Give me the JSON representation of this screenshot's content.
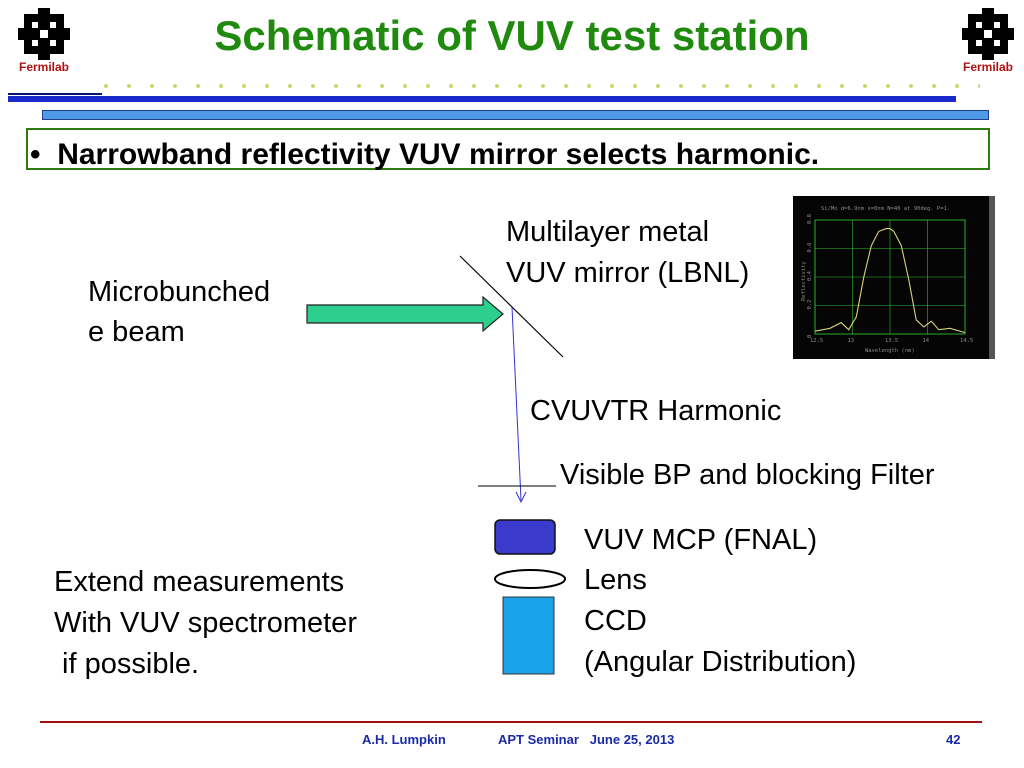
{
  "header": {
    "title": "Schematic of VUV test station",
    "logo_left": "Fermilab",
    "logo_right": "Fermilab"
  },
  "bullet": {
    "text": "Narrowband reflectivity VUV mirror selects harmonic."
  },
  "diagram": {
    "mirror_label_1": "Multilayer metal",
    "mirror_label_2": "VUV mirror (LBNL)",
    "beam_label_1": "Microbunched",
    "beam_label_2": "e beam",
    "harmonic_label": "CVUVTR Harmonic",
    "filter_label": "Visible BP and blocking Filter",
    "mcp_label": "VUV MCP (FNAL)",
    "lens_label": "Lens",
    "ccd_label": "CCD",
    "angular_label": "(Angular Distribution)",
    "note_1": "Extend measurements",
    "note_2": "With VUV spectrometer",
    "note_3": " if possible."
  },
  "inset_plot": {
    "header": "Si/Mo d=6.9nm s=0nm N=40 at 90deg. P=1.",
    "ylabel": "Reflectivity",
    "xlabel": "Wavelength (nm)",
    "xticks": [
      "12.5",
      "13",
      "13.5",
      "14",
      "14.5"
    ],
    "yticks": [
      "0",
      "0.2",
      "0.4",
      "0.6",
      "0.8"
    ]
  },
  "chart_data": {
    "type": "line",
    "title": "Si/Mo d=6.9nm s=0nm N=40 at 90deg. P=1.",
    "xlabel": "Wavelength (nm)",
    "ylabel": "Reflectivity",
    "xlim": [
      12.5,
      14.5
    ],
    "ylim": [
      0,
      0.8
    ],
    "x": [
      12.5,
      12.7,
      12.85,
      12.95,
      13.05,
      13.15,
      13.25,
      13.35,
      13.45,
      13.5,
      13.55,
      13.65,
      13.75,
      13.85,
      13.95,
      14.05,
      14.15,
      14.3,
      14.5
    ],
    "y": [
      0.02,
      0.04,
      0.08,
      0.03,
      0.12,
      0.4,
      0.62,
      0.72,
      0.74,
      0.74,
      0.72,
      0.62,
      0.38,
      0.1,
      0.05,
      0.09,
      0.03,
      0.04,
      0.01
    ]
  },
  "footer": {
    "author": "A.H. Lumpkin",
    "seminar": "APT Seminar   June 25, 2013",
    "page": "42"
  }
}
